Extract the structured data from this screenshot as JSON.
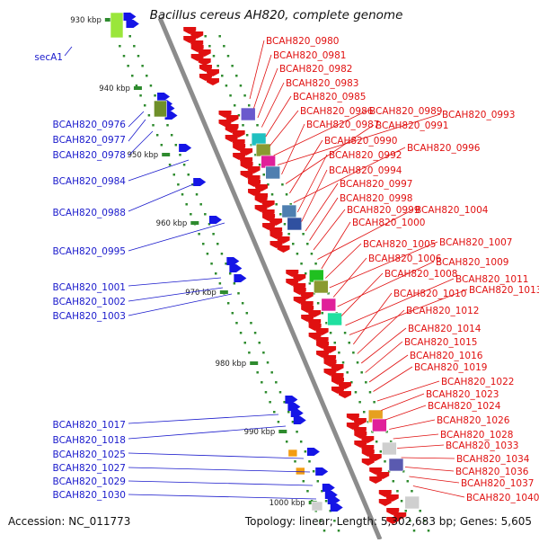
{
  "title": "Bacillus cereus AH820, complete genome",
  "footer": {
    "accession": "Accession: NC_011773",
    "summary": "Topology: linear; Length: 5,302,683 bp; Genes: 5,605"
  },
  "colors": {
    "left_labels": "#1a1acc",
    "right_labels": "#e01010",
    "backbone": "#8c8c8c",
    "ticks": "#2e8b2e"
  },
  "scale_ticks": [
    "930 kbp",
    "940 kbp",
    "950 kbp",
    "960 kbp",
    "970 kbp",
    "980 kbp",
    "990 kbp",
    "1000 kbp"
  ],
  "left_genes": [
    "secA1",
    "BCAH820_0976",
    "BCAH820_0977",
    "BCAH820_0978",
    "BCAH820_0984",
    "BCAH820_0988",
    "BCAH820_0995",
    "BCAH820_1001",
    "BCAH820_1002",
    "BCAH820_1003",
    "BCAH820_1017",
    "BCAH820_1018",
    "BCAH820_1025",
    "BCAH820_1027",
    "BCAH820_1029",
    "BCAH820_1030"
  ],
  "right_genes": [
    "BCAH820_0980",
    "BCAH820_0981",
    "BCAH820_0982",
    "BCAH820_0983",
    "BCAH820_0985",
    "BCAH820_0986",
    "BCAH820_0989",
    "BCAH820_0993",
    "BCAH820_0987",
    "BCAH820_0991",
    "BCAH820_0990",
    "BCAH820_0996",
    "BCAH820_0992",
    "BCAH820_0994",
    "BCAH820_0997",
    "BCAH820_0998",
    "BCAH820_0999",
    "BCAH820_1004",
    "BCAH820_1000",
    "BCAH820_1005",
    "BCAH820_1007",
    "BCAH820_1006",
    "BCAH820_1009",
    "BCAH820_1008",
    "BCAH820_1011",
    "BCAH820_1013",
    "BCAH820_1010",
    "BCAH820_1012",
    "BCAH820_1014",
    "BCAH820_1015",
    "BCAH820_1016",
    "BCAH820_1019",
    "BCAH820_1022",
    "BCAH820_1023",
    "BCAH820_1024",
    "BCAH820_1026",
    "BCAH820_1028",
    "BCAH820_1033",
    "BCAH820_1034",
    "BCAH820_1036",
    "BCAH820_1037",
    "BCAH820_1040"
  ]
}
